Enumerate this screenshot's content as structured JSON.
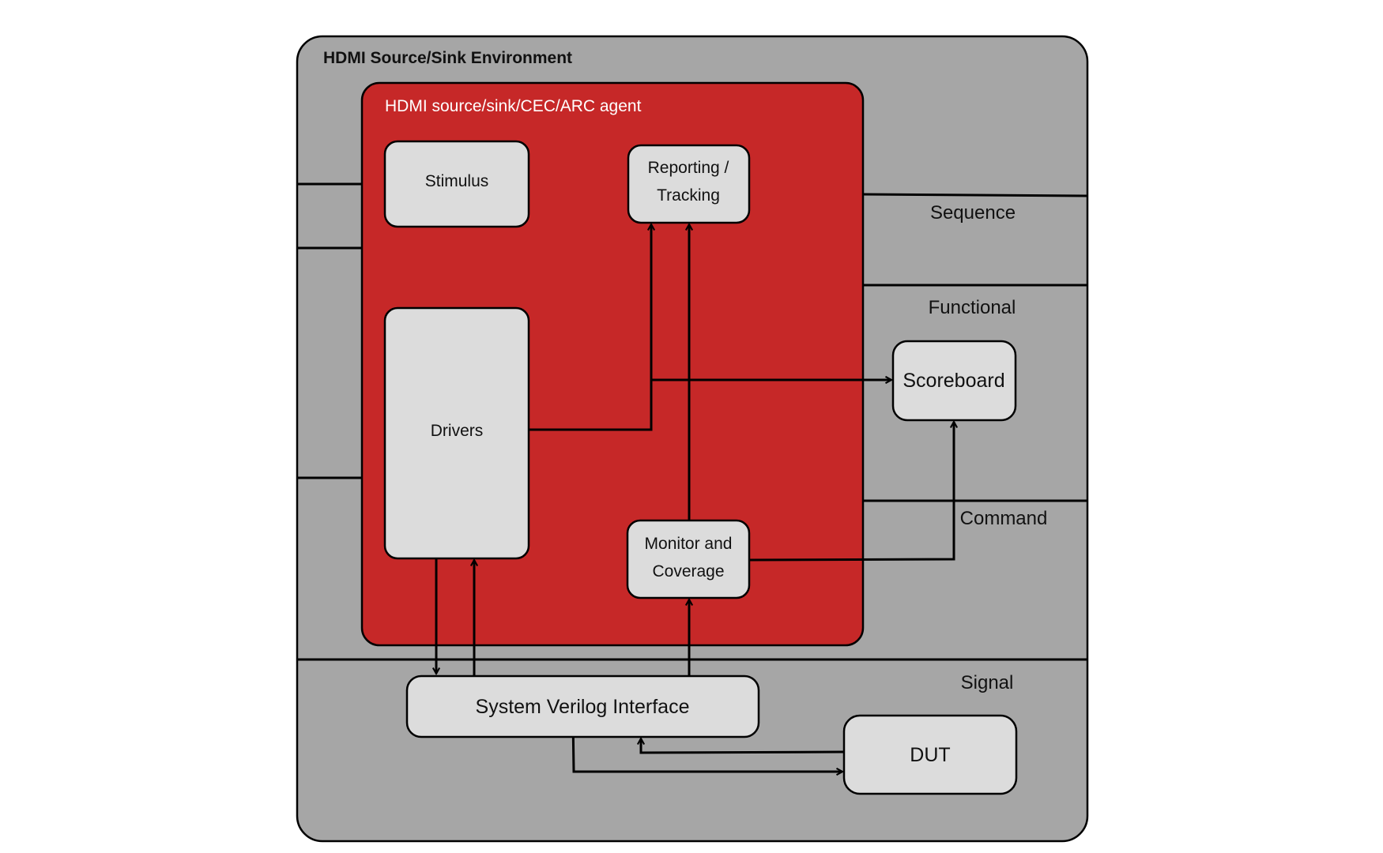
{
  "colors": {
    "environment_fill": "#a6a6a6",
    "agent_fill": "#c62828",
    "block_fill": "#dcdcdc",
    "line": "#000000",
    "agent_title_text": "#ffffff"
  },
  "environment": {
    "title": "HDMI Source/Sink Environment"
  },
  "agent": {
    "title": "HDMI source/sink/CEC/ARC agent"
  },
  "blocks": {
    "stimulus": "Stimulus",
    "drivers": "Drivers",
    "reporting": [
      "Reporting /",
      "Tracking"
    ],
    "monitor": [
      "Monitor and",
      "Coverage"
    ],
    "scoreboard": "Scoreboard",
    "sv_interface": "System Verilog Interface",
    "dut": "DUT"
  },
  "layers": {
    "sequence": "Sequence",
    "functional": "Functional",
    "command": "Command",
    "signal": "Signal"
  },
  "connections": [
    {
      "from": "Drivers",
      "to": "Reporting / Tracking"
    },
    {
      "from": "Drivers",
      "to": "Scoreboard"
    },
    {
      "from": "Monitor and Coverage",
      "to": "Reporting / Tracking"
    },
    {
      "from": "Monitor and Coverage",
      "to": "Scoreboard"
    },
    {
      "from": "Drivers",
      "to": "System Verilog Interface"
    },
    {
      "from": "System Verilog Interface",
      "to": "Drivers"
    },
    {
      "from": "System Verilog Interface",
      "to": "Monitor and Coverage"
    },
    {
      "from": "System Verilog Interface",
      "to": "DUT"
    },
    {
      "from": "DUT",
      "to": "System Verilog Interface"
    }
  ]
}
